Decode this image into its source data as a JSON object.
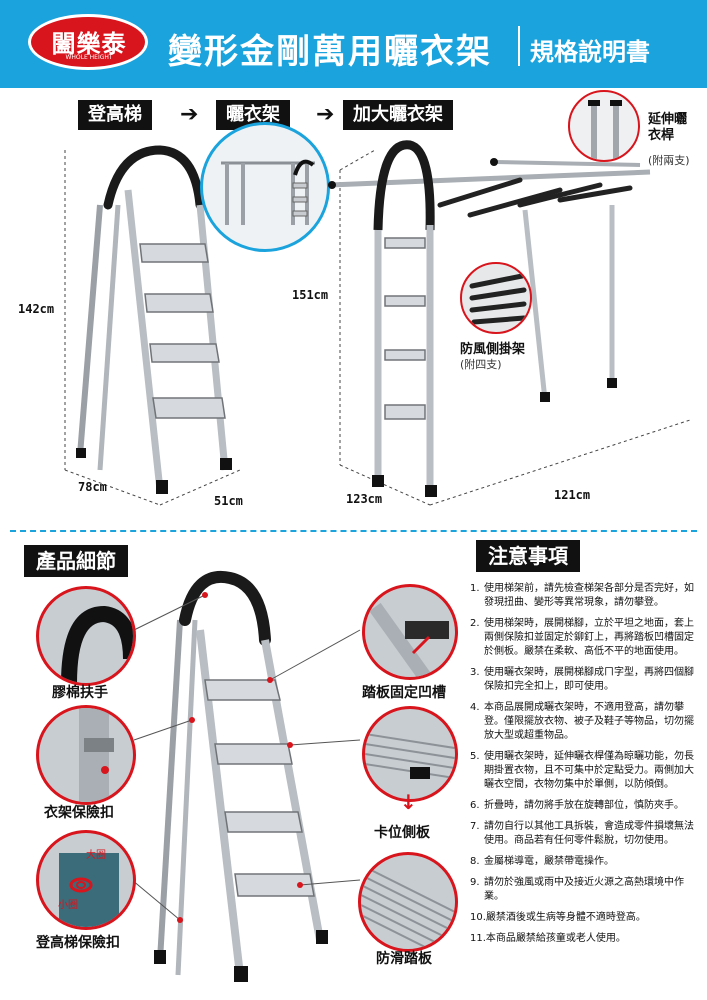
{
  "header": {
    "logo_text": "闔樂泰",
    "logo_sub": "WHOLE HEIGHT",
    "title": "變形金剛萬用曬衣架",
    "subtitle": "規格說明書",
    "brand_color": "#1aa3dc",
    "logo_color": "#d8141c"
  },
  "modes": {
    "mode1": "登高梯",
    "mode2": "曬衣架",
    "mode3": "加大曬衣架",
    "arrow": "➔"
  },
  "dimensions": {
    "ladder_height": "142cm",
    "ladder_depth": "78cm",
    "ladder_width": "51cm",
    "rack_height": "151cm",
    "rack_depth": "123cm",
    "rack_width": "121cm"
  },
  "callouts": {
    "extension_title": "延伸曬衣桿",
    "extension_sub": "(附兩支)",
    "windproof_title": "防風側掛架",
    "windproof_sub": "(附四支)"
  },
  "details": {
    "section_title": "產品細節",
    "armrest": "膠棉扶手",
    "hanger_lock": "衣架保險扣",
    "big_ring": "大圈",
    "small_ring": "小圈",
    "ladder_lock": "登高梯保險扣",
    "step_groove": "踏板固定凹槽",
    "side_panel": "卡位側板",
    "anti_slip": "防滑踏板"
  },
  "notes": {
    "section_title": "注意事項",
    "items": [
      {
        "num": "1.",
        "text": "使用梯架前，請先檢查梯架各部分是否完好，如發現扭曲、變形等異常現象，請勿攀登。"
      },
      {
        "num": "2.",
        "text": "使用梯架時，展開梯腳，立於平坦之地面，套上兩側保險扣並固定於鉚釘上，再將踏板凹槽固定於側板。嚴禁在柔軟、高低不平的地面使用。"
      },
      {
        "num": "3.",
        "text": "使用曬衣架時，展開梯腳成ㄇ字型，再將四個腳保險扣完全扣上，即可使用。"
      },
      {
        "num": "4.",
        "text": "本商品展開成曬衣架時，不適用登高，請勿攀登。僅限擺放衣物、被子及鞋子等物品，切勿擺放大型或超重物品。"
      },
      {
        "num": "5.",
        "text": "使用曬衣架時，延伸曬衣桿僅為晾曬功能，勿長期掛置衣物，且不可集中於定點受力。兩側加大曬衣空間，衣物勿集中於單側，以防傾倒。"
      },
      {
        "num": "6.",
        "text": "折疊時，請勿將手放在旋轉部位，慎防夾手。"
      },
      {
        "num": "7.",
        "text": "請勿自行以其他工具拆裝，會造成零件損壞無法使用。商品若有任何零件鬆脫，切勿使用。"
      },
      {
        "num": "8.",
        "text": "金屬梯導電，嚴禁帶電操作。"
      },
      {
        "num": "9.",
        "text": "請勿於強風或雨中及接近火源之高熱環境中作業。"
      },
      {
        "num": "10.",
        "text": "嚴禁酒後或生病等身體不適時登高。"
      },
      {
        "num": "11.",
        "text": "本商品嚴禁給孩童或老人使用。"
      }
    ]
  }
}
